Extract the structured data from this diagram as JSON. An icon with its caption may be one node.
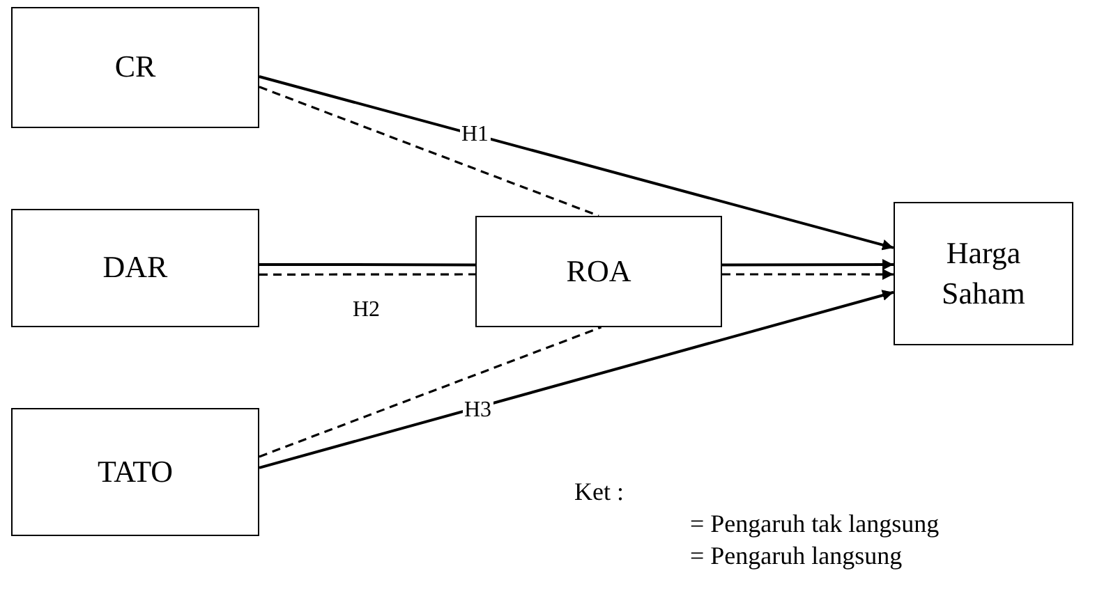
{
  "diagram": {
    "nodes": [
      {
        "text": [
          "CR"
        ]
      },
      {
        "text": [
          "DAR"
        ]
      },
      {
        "text": [
          "TATO"
        ]
      },
      {
        "text": [
          "ROA"
        ]
      },
      {
        "text": [
          "Harga Saham"
        ]
      }
    ],
    "edges": [
      {
        "from": 0,
        "to": 4,
        "arrow": "to",
        "label": "H1"
      },
      {
        "from": 0,
        "to": 3,
        "arrow": "none",
        "style": "dashed"
      },
      {
        "from": 1,
        "to": 3,
        "arrow": "none",
        "label": "H2"
      },
      {
        "from": 1,
        "to": 3,
        "arrow": "none",
        "style": "dashed"
      },
      {
        "from": 3,
        "to": 4,
        "arrow": "to"
      },
      {
        "from": 3,
        "to": 4,
        "arrow": "to",
        "style": "dashed"
      },
      {
        "from": 2,
        "to": 3,
        "arrow": "none",
        "style": "dashed"
      },
      {
        "from": 2,
        "to": 4,
        "arrow": "to",
        "label": "H3"
      }
    ],
    "labels": [
      "Ket :",
      "= Pengaruh tak langsung",
      "= Pengaruh langsung"
    ]
  }
}
